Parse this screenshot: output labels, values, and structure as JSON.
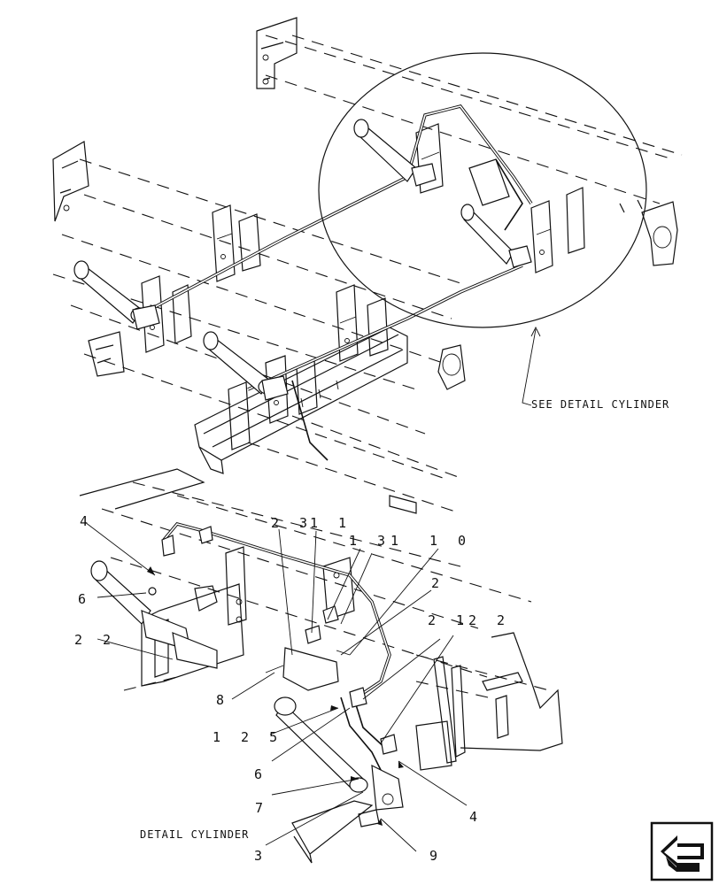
{
  "callouts": {
    "c23": "2 3",
    "c11": "1 1",
    "c13": "1 3",
    "c1": "1",
    "c10": "1 0",
    "c2": "2",
    "c21": "2 1",
    "c22a": "2 2",
    "c4a": "4",
    "c6a": "6",
    "c22b": "2 2",
    "c8": "8",
    "c125": "1 2 5",
    "c6b": "6",
    "c7": "7",
    "c3": "3",
    "c9": "9",
    "c4b": "4"
  },
  "notes": {
    "see_detail": "SEE DETAIL CYLINDER",
    "detail_title": "DETAIL CYLINDER"
  },
  "nav": {
    "icon": "next-page-arrow-icon"
  }
}
